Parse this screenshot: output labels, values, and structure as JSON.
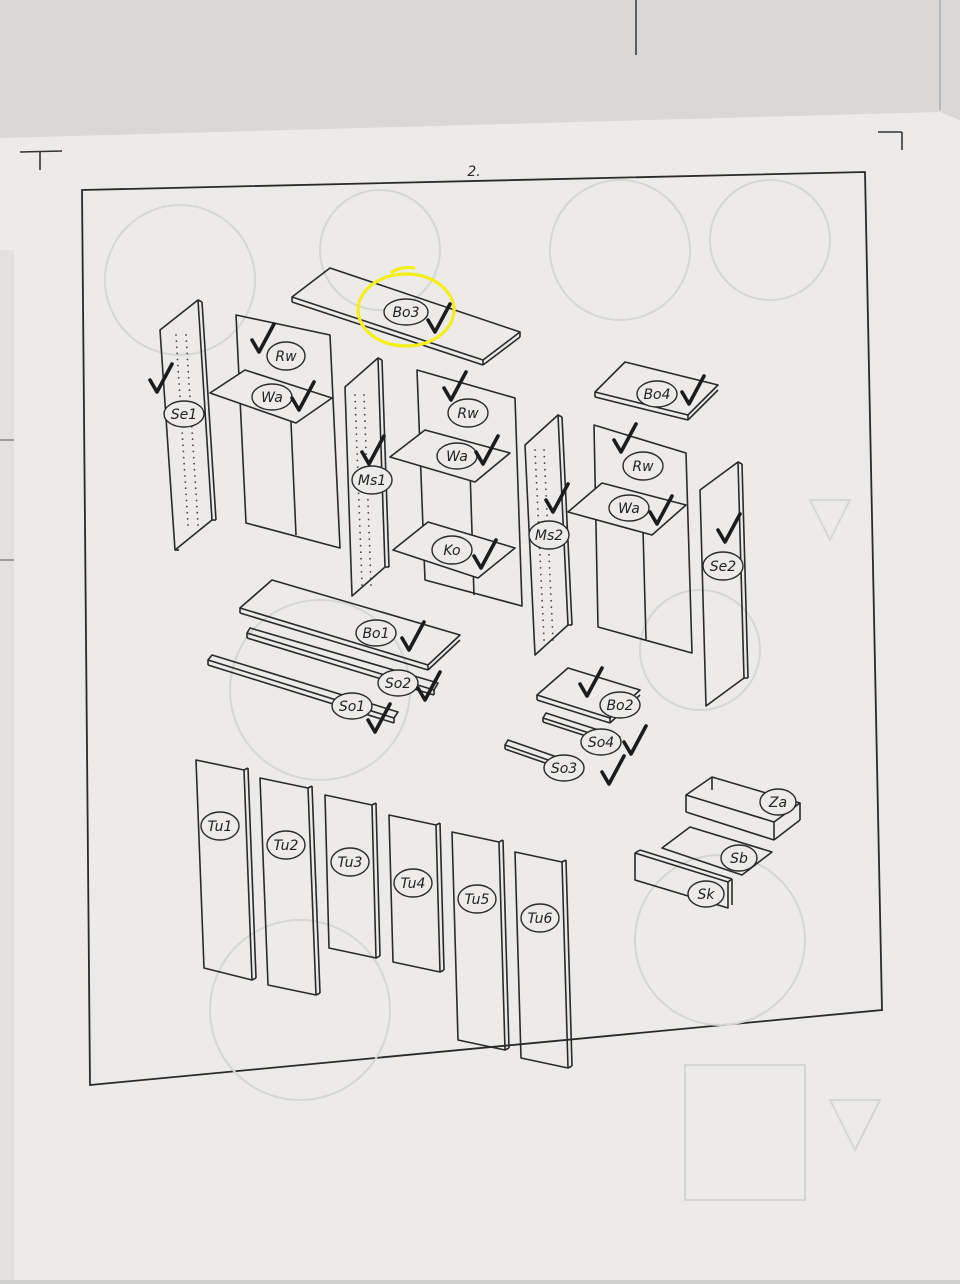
{
  "page": {
    "number": "2."
  },
  "parts": [
    {
      "id": "bo3",
      "label": "Bo3",
      "checked": true,
      "highlighted": true
    },
    {
      "id": "se1",
      "label": "Se1",
      "checked": true
    },
    {
      "id": "rw1",
      "label": "Rw",
      "checked": true
    },
    {
      "id": "wa1",
      "label": "Wa",
      "checked": true
    },
    {
      "id": "ms1",
      "label": "Ms1",
      "checked": true
    },
    {
      "id": "rw2",
      "label": "Rw",
      "checked": true
    },
    {
      "id": "wa2",
      "label": "Wa",
      "checked": true
    },
    {
      "id": "ko",
      "label": "Ko",
      "checked": true
    },
    {
      "id": "bo4",
      "label": "Bo4",
      "checked": true
    },
    {
      "id": "rw3",
      "label": "Rw",
      "checked": true
    },
    {
      "id": "wa3",
      "label": "Wa",
      "checked": true
    },
    {
      "id": "ms2",
      "label": "Ms2",
      "checked": true
    },
    {
      "id": "se2",
      "label": "Se2",
      "checked": true
    },
    {
      "id": "bo1",
      "label": "Bo1",
      "checked": true
    },
    {
      "id": "so2",
      "label": "So2",
      "checked": true
    },
    {
      "id": "so1",
      "label": "So1",
      "checked": true
    },
    {
      "id": "bo2",
      "label": "Bo2",
      "checked": true
    },
    {
      "id": "so4",
      "label": "So4",
      "checked": true
    },
    {
      "id": "so3",
      "label": "So3",
      "checked": true
    },
    {
      "id": "za",
      "label": "Za",
      "checked": false
    },
    {
      "id": "sb",
      "label": "Sb",
      "checked": false
    },
    {
      "id": "sk",
      "label": "Sk",
      "checked": false
    },
    {
      "id": "tu1",
      "label": "Tu1",
      "checked": false
    },
    {
      "id": "tu2",
      "label": "Tu2",
      "checked": false
    },
    {
      "id": "tu3",
      "label": "Tu3",
      "checked": false
    },
    {
      "id": "tu4",
      "label": "Tu4",
      "checked": false
    },
    {
      "id": "tu5",
      "label": "Tu5",
      "checked": false
    },
    {
      "id": "tu6",
      "label": "Tu6",
      "checked": false
    }
  ],
  "colors": {
    "paper": "#ecebe9",
    "ink": "#2a2a2a",
    "highlight": "#f3ef1a",
    "check": "#1c1c1c"
  }
}
